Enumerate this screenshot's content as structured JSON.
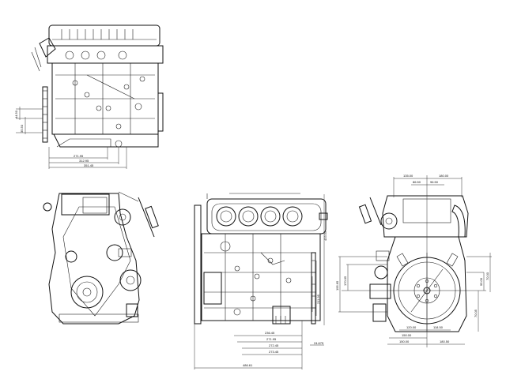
{
  "drawing": {
    "background": "#ffffff",
    "line_color": "#111111",
    "views": [
      {
        "name": "top-side-view",
        "dims": [
          "271.95",
          "312.95",
          "351.45",
          "44.50",
          "35.50"
        ]
      },
      {
        "name": "front-view",
        "dims": []
      },
      {
        "name": "side-elevation-view",
        "dims": [
          "236.45",
          "271.95",
          "272.45",
          "273.45",
          "486.61",
          "24.675",
          "433.55",
          "211.95",
          "95.05",
          "70.05"
        ]
      },
      {
        "name": "rear-flywheel-view",
        "dims": [
          "135.00",
          "180.00",
          "86.50",
          "96.50",
          "120.00",
          "118.50",
          "150.00",
          "180.50",
          "195.65",
          "170.05",
          "70.05",
          "24.05",
          "175.05",
          "91.00",
          "70.00",
          "95.00"
        ]
      }
    ]
  }
}
